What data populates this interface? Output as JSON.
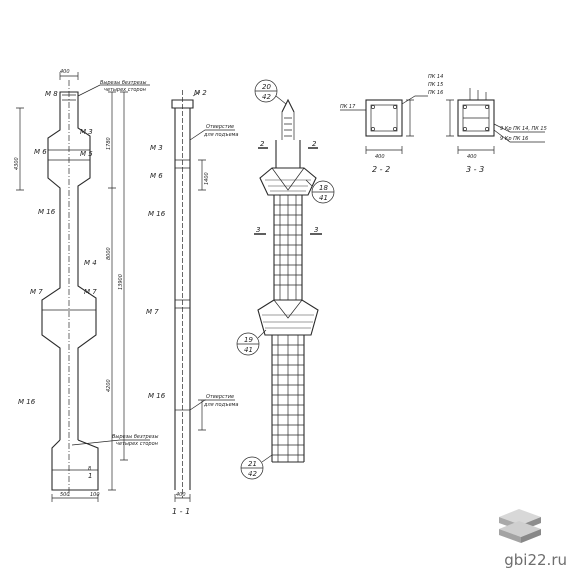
{
  "labels": {
    "m8": "М 8",
    "m3": "М 3",
    "m6": "М 6",
    "m5": "М 5",
    "m4": "М 4",
    "m7": "М 7",
    "m16": "М 16",
    "m2": "М 2",
    "vyrezy_top": "Вырезы безтрезы",
    "vyrezy_top2": "четырех сторон",
    "vyrezy_bot": "Вырезы безтрезы",
    "vyrezy_bot2": "четырех сторон",
    "otv_top1": "Отверстие",
    "otv_top2": "для подъема",
    "otv_bot1": "Отверстие",
    "otv_bot2": "для подъема",
    "dim_width": "400",
    "dim_width2": "400",
    "dim_bottom": "500",
    "dim_bottom2": "100",
    "dim_side_a": "4300",
    "dim_side_b": "1780",
    "dim_side_c": "8000",
    "dim_side_d": "13900",
    "dim_side_e": "4200",
    "dim_side_f": "1400",
    "dim_ann": "8",
    "section_1": "1 - 1",
    "mark_1_top": "1",
    "mark_1_bot": "1",
    "callout_20": "20",
    "callout_42": "42",
    "callout_18": "18",
    "callout_41": "41",
    "callout_19": "19",
    "callout_41b": "41",
    "callout_21": "21",
    "callout_42b": "42",
    "sec_2_left": "2",
    "sec_2_right": "2",
    "sec_3_left": "3",
    "sec_3_right": "3",
    "pk17": "ПК 17",
    "pk14": "ПК 14",
    "pk15": "ПК 15",
    "pk16": "ПК 16",
    "pk14b": "9 Кр ПК 14, ПК 15",
    "pk16b": "9 Кр ПК 16",
    "sec_22": "2 - 2",
    "sec_33": "3 - 3",
    "dim_400a": "400",
    "dim_400b": "400"
  },
  "watermark": {
    "site": "gbi22.ru"
  }
}
